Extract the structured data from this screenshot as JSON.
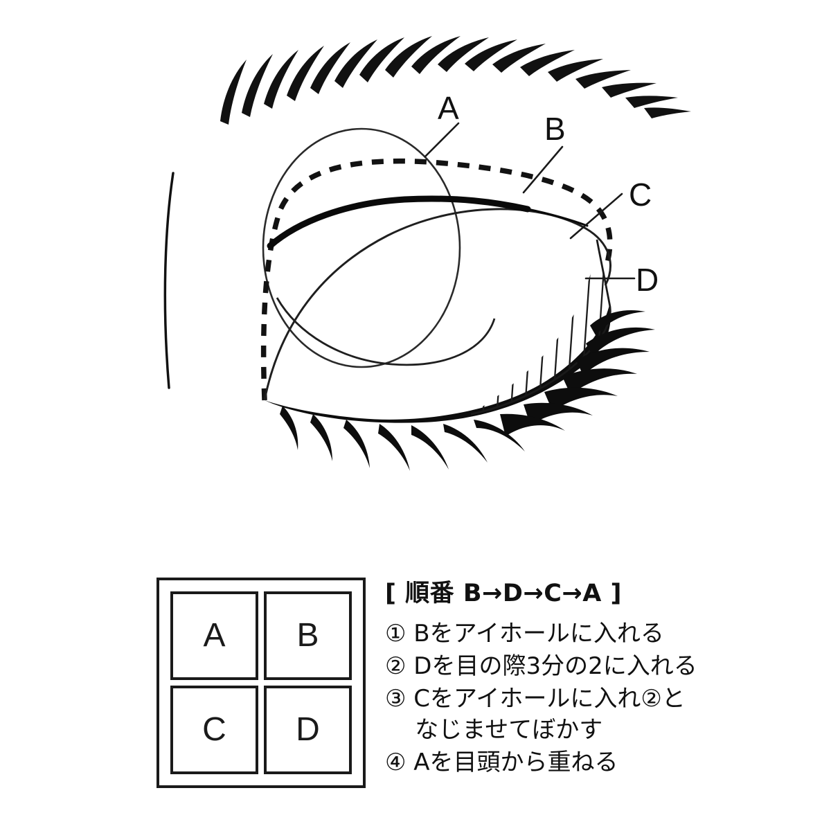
{
  "diagram": {
    "title_alt": "eyeshadow-application-eye-diagram",
    "labels": [
      {
        "id": "A",
        "text": "A"
      },
      {
        "id": "B",
        "text": "B"
      },
      {
        "id": "C",
        "text": "C"
      },
      {
        "id": "D",
        "text": "D"
      }
    ],
    "colors": {
      "ink": "#111111",
      "line": "#1a1a1a",
      "background": "#ffffff"
    }
  },
  "palette": {
    "pans": [
      {
        "label": "A"
      },
      {
        "label": "B"
      },
      {
        "label": "C"
      },
      {
        "label": "D"
      }
    ]
  },
  "instructions": {
    "title": "[ 順番 B→D→C→A ]",
    "steps": [
      "① Bをアイホールに入れる",
      "② Dを目の際3分の2に入れる",
      "③ Cをアイホールに入れ②と\n    なじませてぼかす",
      "④ Aを目頭から重ねる"
    ]
  }
}
